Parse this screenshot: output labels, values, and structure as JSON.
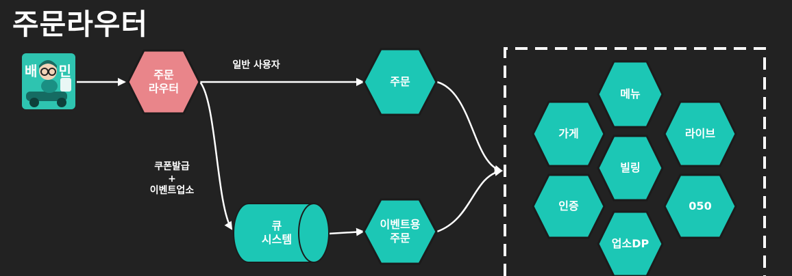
{
  "title": "주문라우터",
  "app_icon": {
    "label_left": "배",
    "label_right": "민",
    "icon": "baemin-rider-icon"
  },
  "nodes": {
    "order_router": {
      "line1": "주문",
      "line2": "라우터"
    },
    "order": "주문",
    "queue": {
      "line1": "큐",
      "line2": "시스템"
    },
    "event_order": {
      "line1": "이벤트용",
      "line2": "주문"
    }
  },
  "edge_labels": {
    "general_user": "일반 사용자",
    "coupon": {
      "line1": "쿠폰발급",
      "line2": "+",
      "line3": "이벤트업소"
    }
  },
  "services": {
    "menu": "메뉴",
    "store": "가게",
    "live": "라이브",
    "billing": "빌링",
    "auth": "인증",
    "o50": "050",
    "shop_dp": "업소DP"
  },
  "colors": {
    "background": "#222222",
    "teal": "#1cc7b5",
    "pink": "#e9858a",
    "arrow": "#ffffff"
  }
}
